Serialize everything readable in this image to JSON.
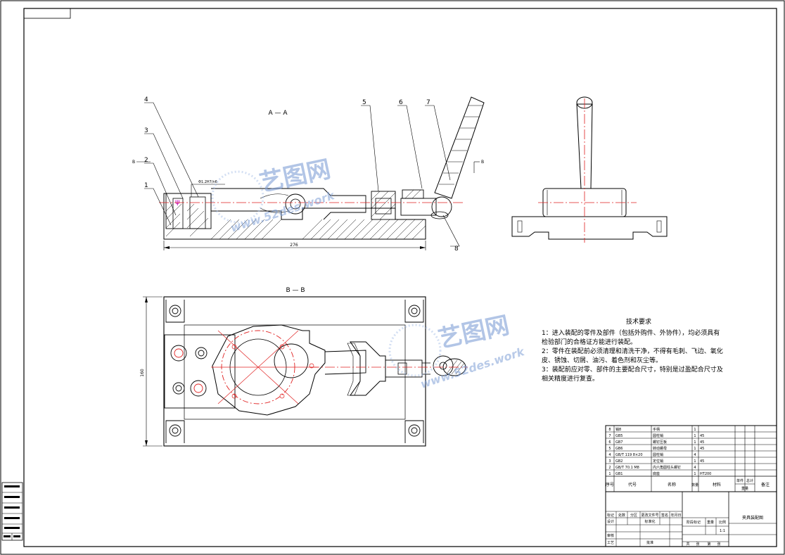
{
  "section_labels": {
    "aa": "A — A",
    "bb": "B — B",
    "b_left": "B",
    "b_right": "B"
  },
  "part_numbers": [
    "1",
    "2",
    "3",
    "4",
    "5",
    "6",
    "7",
    "8"
  ],
  "dimensions": {
    "width_label": "276",
    "height_label": "160",
    "fit_label": "Φ1.2H7/n6"
  },
  "technical_requirements": {
    "title": "技术要求",
    "lines": [
      "1：进入装配的零件及部件（包括外购件、外协件），均必须具有",
      "检验部门的合格证方能进行装配。",
      "2：零件在装配前必须清理和清洗干净，不得有毛刺、飞边、氧化",
      "皮、锈蚀、切屑、油污、着色剂和灰尘等。",
      "3：装配前应对零、部件的主要配合尺寸，特别是过盈配合尺寸及",
      "相关精度进行复查。"
    ]
  },
  "bom": {
    "rows": [
      {
        "no": "8",
        "code": "销8",
        "name": "手柄",
        "qty": "1",
        "material": ""
      },
      {
        "no": "7",
        "code": "GB5",
        "name": "圆柱销",
        "qty": "1",
        "material": "45"
      },
      {
        "no": "6",
        "code": "GB7",
        "name": "螺钉压板",
        "qty": "1",
        "material": "45"
      },
      {
        "no": "5",
        "code": "GB6",
        "name": "转动螺母",
        "qty": "1",
        "material": "45"
      },
      {
        "no": "4",
        "code": "GB/T 119 8×20",
        "name": "圆柱销",
        "qty": "4",
        "material": ""
      },
      {
        "no": "3",
        "code": "GB2",
        "name": "定位销",
        "qty": "1",
        "material": "45"
      },
      {
        "no": "2",
        "code": "GB/T 70.1 M8",
        "name": "内六角圆柱头螺钉",
        "qty": "4",
        "material": ""
      },
      {
        "no": "1",
        "code": "GB1",
        "name": "底座",
        "qty": "1",
        "material": "HT200"
      }
    ],
    "header": {
      "no": "序号",
      "code": "代号",
      "name": "名称",
      "qty": "数量",
      "material": "材料",
      "single": "单件",
      "total": "总计",
      "weight": "重量",
      "remark": "备注"
    }
  },
  "title_block": {
    "drawing_title": "夹具装配图",
    "labels": [
      "标记",
      "处数",
      "分区",
      "更改文件号",
      "签名",
      "年月日",
      "设计",
      "标准化",
      "审核",
      "工艺",
      "批准",
      "阶段标记",
      "重量",
      "比例",
      "共",
      "张",
      "第",
      "张"
    ],
    "scale": "1:1"
  },
  "watermark": {
    "text_cn": "艺图网",
    "text_en": "www.52des.work",
    "text_en2": "www.52des.work"
  },
  "side_strip": [
    "借(通)用件登记",
    "旧底图总号",
    "底图总号",
    "签字",
    "日期"
  ]
}
